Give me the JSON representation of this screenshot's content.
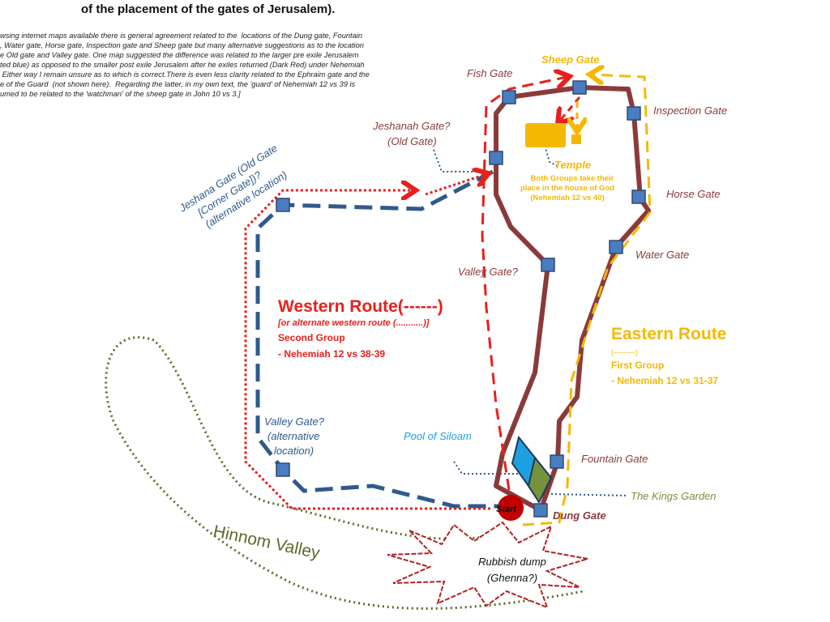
{
  "title": "of the placement of the gates of Jerusalem).",
  "paragraph": [
    "wsing internet maps available there is general agreement related to the  locations of the Dung gate, Fountain",
    ", Water gate, Horse gate, Inspection gate and Sheep gate but many alternative suggestions as to the location",
    "e Old gate and Valley gate. One map suggested the difference was related to the larger pre exile Jerusalem",
    "ted blue) as opposed to the smaller post exile Jerusalem after he exiles returned (Dark Red) under Nehemiah",
    " Either way I remain unsure as to which is correct.There is even less clarity related to the Ephraim gate and the",
    "e of the Guard  (not shown here).  Regarding the latter, in my own text, the 'guard' of Nehemiah 12 vs 39 is",
    "umed to be related to the 'watchman' of the sheep gate in John 10 vs 3.]"
  ],
  "gates": {
    "fish": "Fish Gate",
    "sheep": "Sheep Gate",
    "inspection": "Inspection Gate",
    "horse": "Horse Gate",
    "water": "Water Gate",
    "valley": "Valley Gate?",
    "fountain": "Fountain Gate",
    "dung": "Dung Gate",
    "jeshanah": [
      "Jeshanah Gate?",
      "(Old Gate)"
    ],
    "jeshana_alt": [
      "Jeshana Gate (Old Gate",
      "[Corner Gate])?",
      "(alternative location)"
    ],
    "valley_alt": [
      "Valley Gate?",
      "(alternative",
      "location)"
    ]
  },
  "temple": {
    "title": "Temple",
    "lines": [
      "Both Groups take their",
      "place in the house of God",
      "(Nehemiah 12 vs 40)"
    ]
  },
  "western": {
    "title": "Western Route(------)",
    "alt": "[or alternate  western route (...........)]",
    "group": "Second Group",
    "ref": "-  Nehemiah 12 vs 38-39"
  },
  "eastern": {
    "title": "Eastern Route",
    "dash": "(---------)",
    "group": "First Group",
    "ref": "- Nehemiah 12 vs 31-37"
  },
  "places": {
    "pool": "Pool of Siloam",
    "garden": "The Kings Garden",
    "start": "Start",
    "hinnom": "Hinnom Valley",
    "dump": [
      "Rubbish dump",
      "(Ghenna?)"
    ]
  },
  "colors": {
    "wall": "#8b3a3a",
    "western": "#e8201c",
    "eastern": "#f5b800",
    "pre_exile": "#2f5a8c",
    "gate": "#4a7cc0",
    "valley": "#5a6b2a"
  }
}
